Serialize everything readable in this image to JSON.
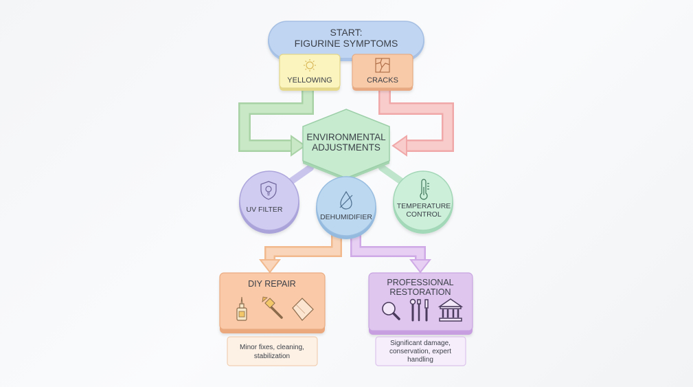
{
  "start": {
    "line1": "START:",
    "line2": "FIGURINE SYMPTOMS"
  },
  "symptoms": {
    "yellowing": "YELLOWING",
    "cracks": "CRACKS"
  },
  "environment": {
    "line1": "ENVIRONMENTAL",
    "line2": "ADJUSTMENTS"
  },
  "measures": {
    "uv_filter": "UV FILTER",
    "dehumidifier": "DEHUMIDIFIER",
    "temperature_line1": "TEMPERATURE",
    "temperature_line2": "CONTROL"
  },
  "outcomes": {
    "diy": {
      "title": "DIY REPAIR",
      "note_line1": "Minor fixes, cleaning,",
      "note_line2": "stabilization"
    },
    "professional": {
      "title_line1": "PROFESSIONAL",
      "title_line2": "RESTORATION",
      "note_line1": "Significant damage,",
      "note_line2": "conservation, expert",
      "note_line3": "handling"
    }
  },
  "icons": {
    "yellowing": "sun-icon",
    "cracks": "cracked-tile-icon",
    "uv_filter": "shield-bulb-icon",
    "dehumidifier": "crossed-droplet-icon",
    "temperature": "thermometer-icon",
    "diy": [
      "glue-bottle-icon",
      "paintbrush-icon",
      "cloth-icon"
    ],
    "professional": [
      "magnifier-icon",
      "tools-icon",
      "museum-icon"
    ]
  },
  "colors": {
    "start": "#b9d0f0",
    "yellowing": "#fbf3b8",
    "cracks": "#f9c9a5",
    "environment": "#bfe6c9",
    "uv": "#cdc9ee",
    "dehumidifier": "#bcd7ee",
    "temperature": "#c6ecd6",
    "diy": "#f9c7a4",
    "professional": "#dcc3ec",
    "green_arrow": "#bfe3bd",
    "red_arrow": "#f6bdbd",
    "orange_arrow": "#f7cfae",
    "purple_arrow": "#dcc0ec"
  }
}
